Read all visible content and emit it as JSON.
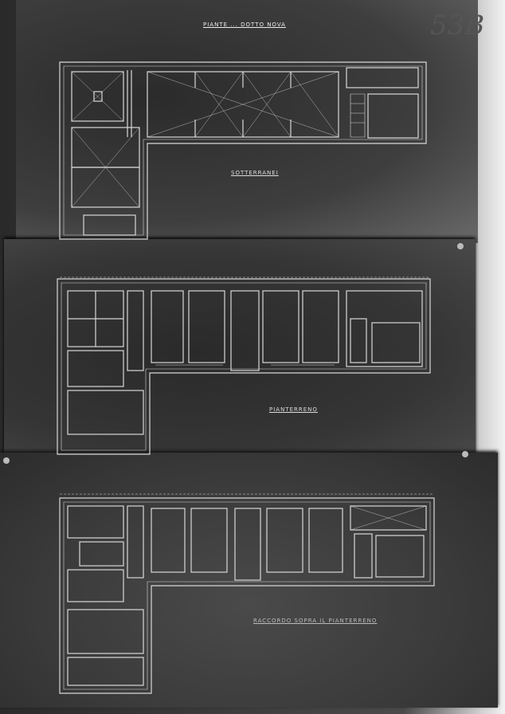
{
  "sheet_title": "PIANTE ... DOTTO NOVA",
  "handwritten_mark": "53B",
  "plans": [
    {
      "label": "SOTTERRANEI"
    },
    {
      "label": "PIANTERRENO"
    },
    {
      "label": "RACCORDO SOPRA IL PIANTERRENO"
    }
  ]
}
